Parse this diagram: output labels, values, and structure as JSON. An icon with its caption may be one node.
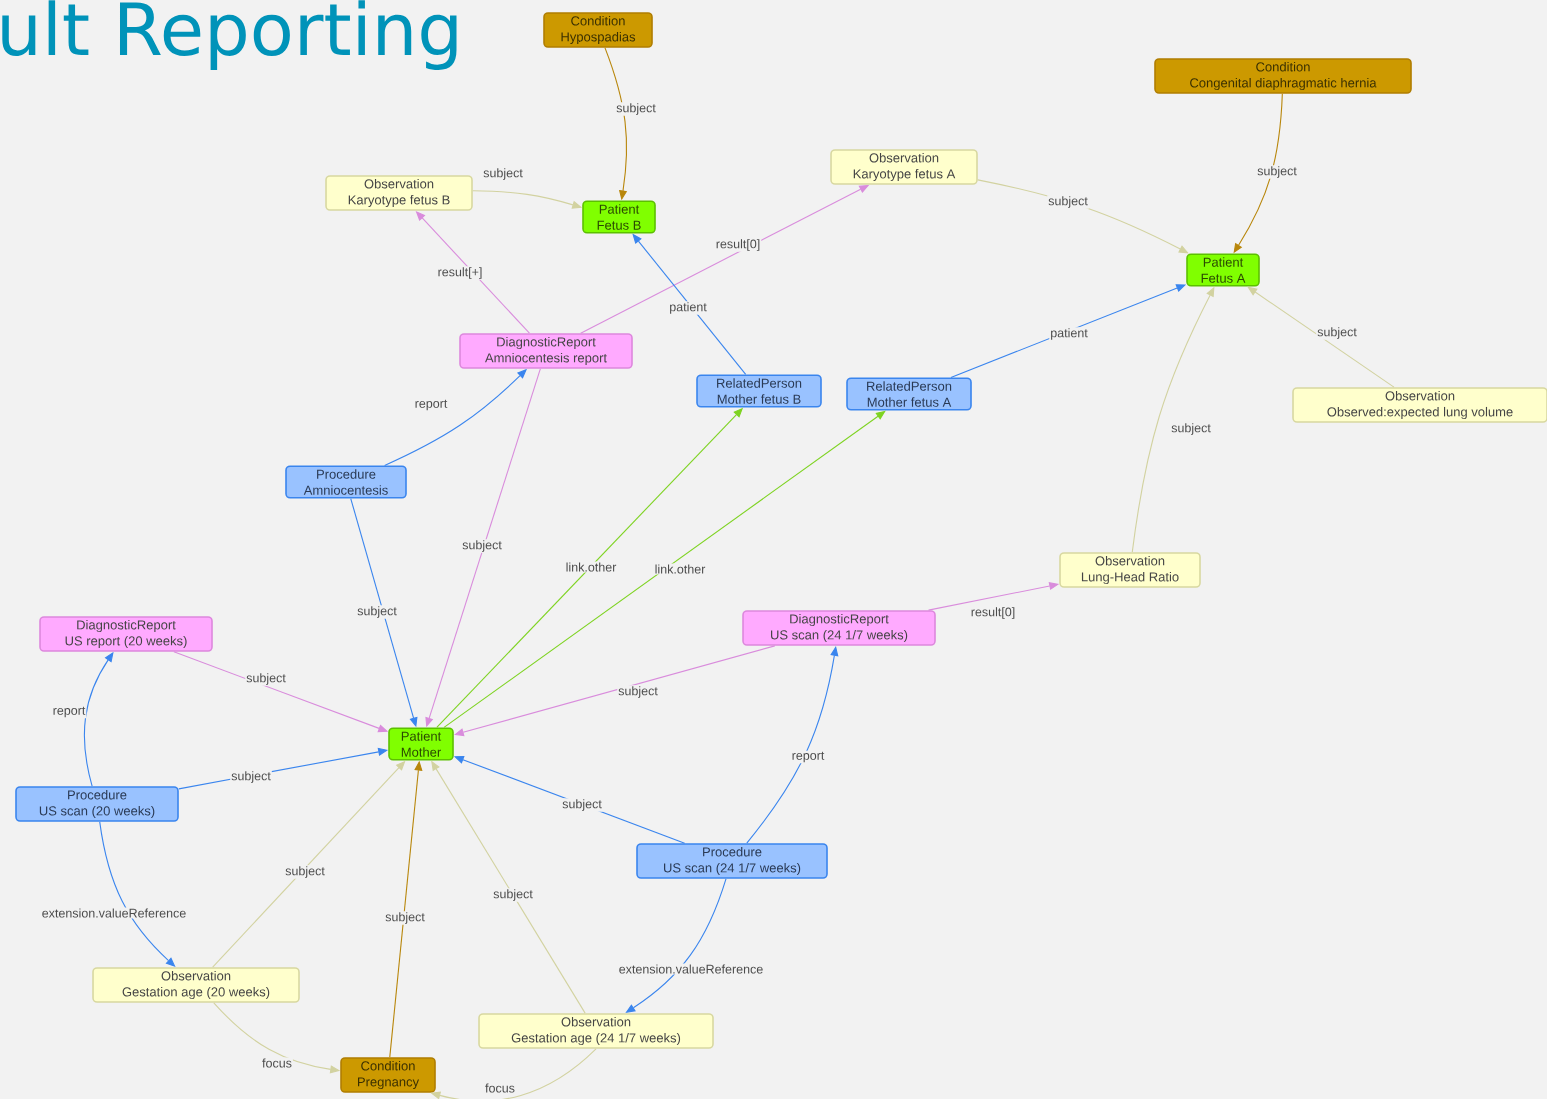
{
  "diagram": {
    "title": "ult Reporting",
    "nodes": [
      {
        "text": [
          "Condition",
          "Hypospadias"
        ]
      },
      {
        "text": [
          "Condition",
          "Congenital diaphragmatic hernia"
        ]
      },
      {
        "text": [
          "Observation",
          "Karyotype fetus B"
        ]
      },
      {
        "text": [
          "Patient",
          "Fetus B"
        ]
      },
      {
        "text": [
          "Observation",
          "Karyotype fetus A"
        ]
      },
      {
        "text": [
          "Patient",
          "Fetus A"
        ]
      },
      {
        "text": [
          "DiagnosticReport",
          "Amniocentesis report"
        ]
      },
      {
        "text": [
          "RelatedPerson",
          "Mother fetus B"
        ]
      },
      {
        "text": [
          "RelatedPerson",
          "Mother fetus A"
        ]
      },
      {
        "text": [
          "Observation",
          "Observed:expected lung volume"
        ]
      },
      {
        "text": [
          "Procedure",
          "Amniocentesis"
        ]
      },
      {
        "text": [
          "Observation",
          "Lung-Head Ratio"
        ]
      },
      {
        "text": [
          "DiagnosticReport",
          "US report (20 weeks)"
        ]
      },
      {
        "text": [
          "DiagnosticReport",
          "US scan (24 1/7 weeks)"
        ]
      },
      {
        "text": [
          "Patient",
          "Mother"
        ]
      },
      {
        "text": [
          "Procedure",
          "US scan (20 weeks)"
        ]
      },
      {
        "text": [
          "Procedure",
          "US scan (24 1/7 weeks)"
        ]
      },
      {
        "text": [
          "Observation",
          "Gestation age (20 weeks)"
        ]
      },
      {
        "text": [
          "Observation",
          "Gestation age (24 1/7 weeks)"
        ]
      },
      {
        "text": [
          "Condition",
          "Pregnancy"
        ]
      }
    ],
    "edges": [
      {
        "from": 0,
        "to": 3,
        "arrow": "to",
        "label": "subject",
        "color": "#b8860b"
      },
      {
        "from": 1,
        "to": 5,
        "arrow": "to",
        "label": "subject",
        "color": "#b8860b"
      },
      {
        "from": 2,
        "to": 3,
        "arrow": "to",
        "label": "subject",
        "color": "#d2d2a0"
      },
      {
        "from": 4,
        "to": 5,
        "arrow": "to",
        "label": "subject",
        "color": "#d2d2a0"
      },
      {
        "from": 6,
        "to": 2,
        "arrow": "to",
        "label": "result[+]",
        "color": "#d98cdc"
      },
      {
        "from": 6,
        "to": 4,
        "arrow": "to",
        "label": "result[0]",
        "color": "#d98cdc"
      },
      {
        "from": 7,
        "to": 3,
        "arrow": "to",
        "label": "patient",
        "color": "#3a85ee"
      },
      {
        "from": 8,
        "to": 5,
        "arrow": "to",
        "label": "patient",
        "color": "#3a85ee"
      },
      {
        "from": 9,
        "to": 5,
        "arrow": "to",
        "label": "subject",
        "color": "#d2d2a0"
      },
      {
        "from": 11,
        "to": 5,
        "arrow": "to",
        "label": "subject",
        "color": "#d2d2a0"
      },
      {
        "from": 10,
        "to": 6,
        "arrow": "to",
        "label": "report",
        "color": "#3a85ee"
      },
      {
        "from": 6,
        "to": 14,
        "arrow": "to",
        "label": "subject",
        "color": "#d98cdc"
      },
      {
        "from": 10,
        "to": 14,
        "arrow": "to",
        "label": "subject",
        "color": "#3a85ee"
      },
      {
        "from": 14,
        "to": 7,
        "arrow": "to",
        "label": "link.other",
        "color": "#7ed321"
      },
      {
        "from": 14,
        "to": 8,
        "arrow": "to",
        "label": "link.other",
        "color": "#7ed321"
      },
      {
        "from": 12,
        "to": 14,
        "arrow": "to",
        "label": "subject",
        "color": "#d98cdc"
      },
      {
        "from": 13,
        "to": 14,
        "arrow": "to",
        "label": "subject",
        "color": "#d98cdc"
      },
      {
        "from": 13,
        "to": 11,
        "arrow": "to",
        "label": "result[0]",
        "color": "#d98cdc"
      },
      {
        "from": 15,
        "to": 12,
        "arrow": "to",
        "label": "report",
        "color": "#3a85ee"
      },
      {
        "from": 15,
        "to": 14,
        "arrow": "to",
        "label": "subject",
        "color": "#3a85ee"
      },
      {
        "from": 16,
        "to": 14,
        "arrow": "to",
        "label": "subject",
        "color": "#3a85ee"
      },
      {
        "from": 16,
        "to": 13,
        "arrow": "to",
        "label": "report",
        "color": "#3a85ee"
      },
      {
        "from": 15,
        "to": 17,
        "arrow": "to",
        "label": "extension.valueReference",
        "color": "#3a85ee"
      },
      {
        "from": 16,
        "to": 18,
        "arrow": "to",
        "label": "extension.valueReference",
        "color": "#3a85ee"
      },
      {
        "from": 17,
        "to": 14,
        "arrow": "to",
        "label": "subject",
        "color": "#d2d2a0"
      },
      {
        "from": 19,
        "to": 14,
        "arrow": "to",
        "label": "subject",
        "color": "#b8860b"
      },
      {
        "from": 18,
        "to": 14,
        "arrow": "to",
        "label": "subject",
        "color": "#d2d2a0"
      },
      {
        "from": 17,
        "to": 19,
        "arrow": "to",
        "label": "focus",
        "color": "#d2d2a0"
      },
      {
        "from": 18,
        "to": 19,
        "arrow": "to",
        "label": "focus",
        "color": "#d2d2a0"
      }
    ]
  }
}
